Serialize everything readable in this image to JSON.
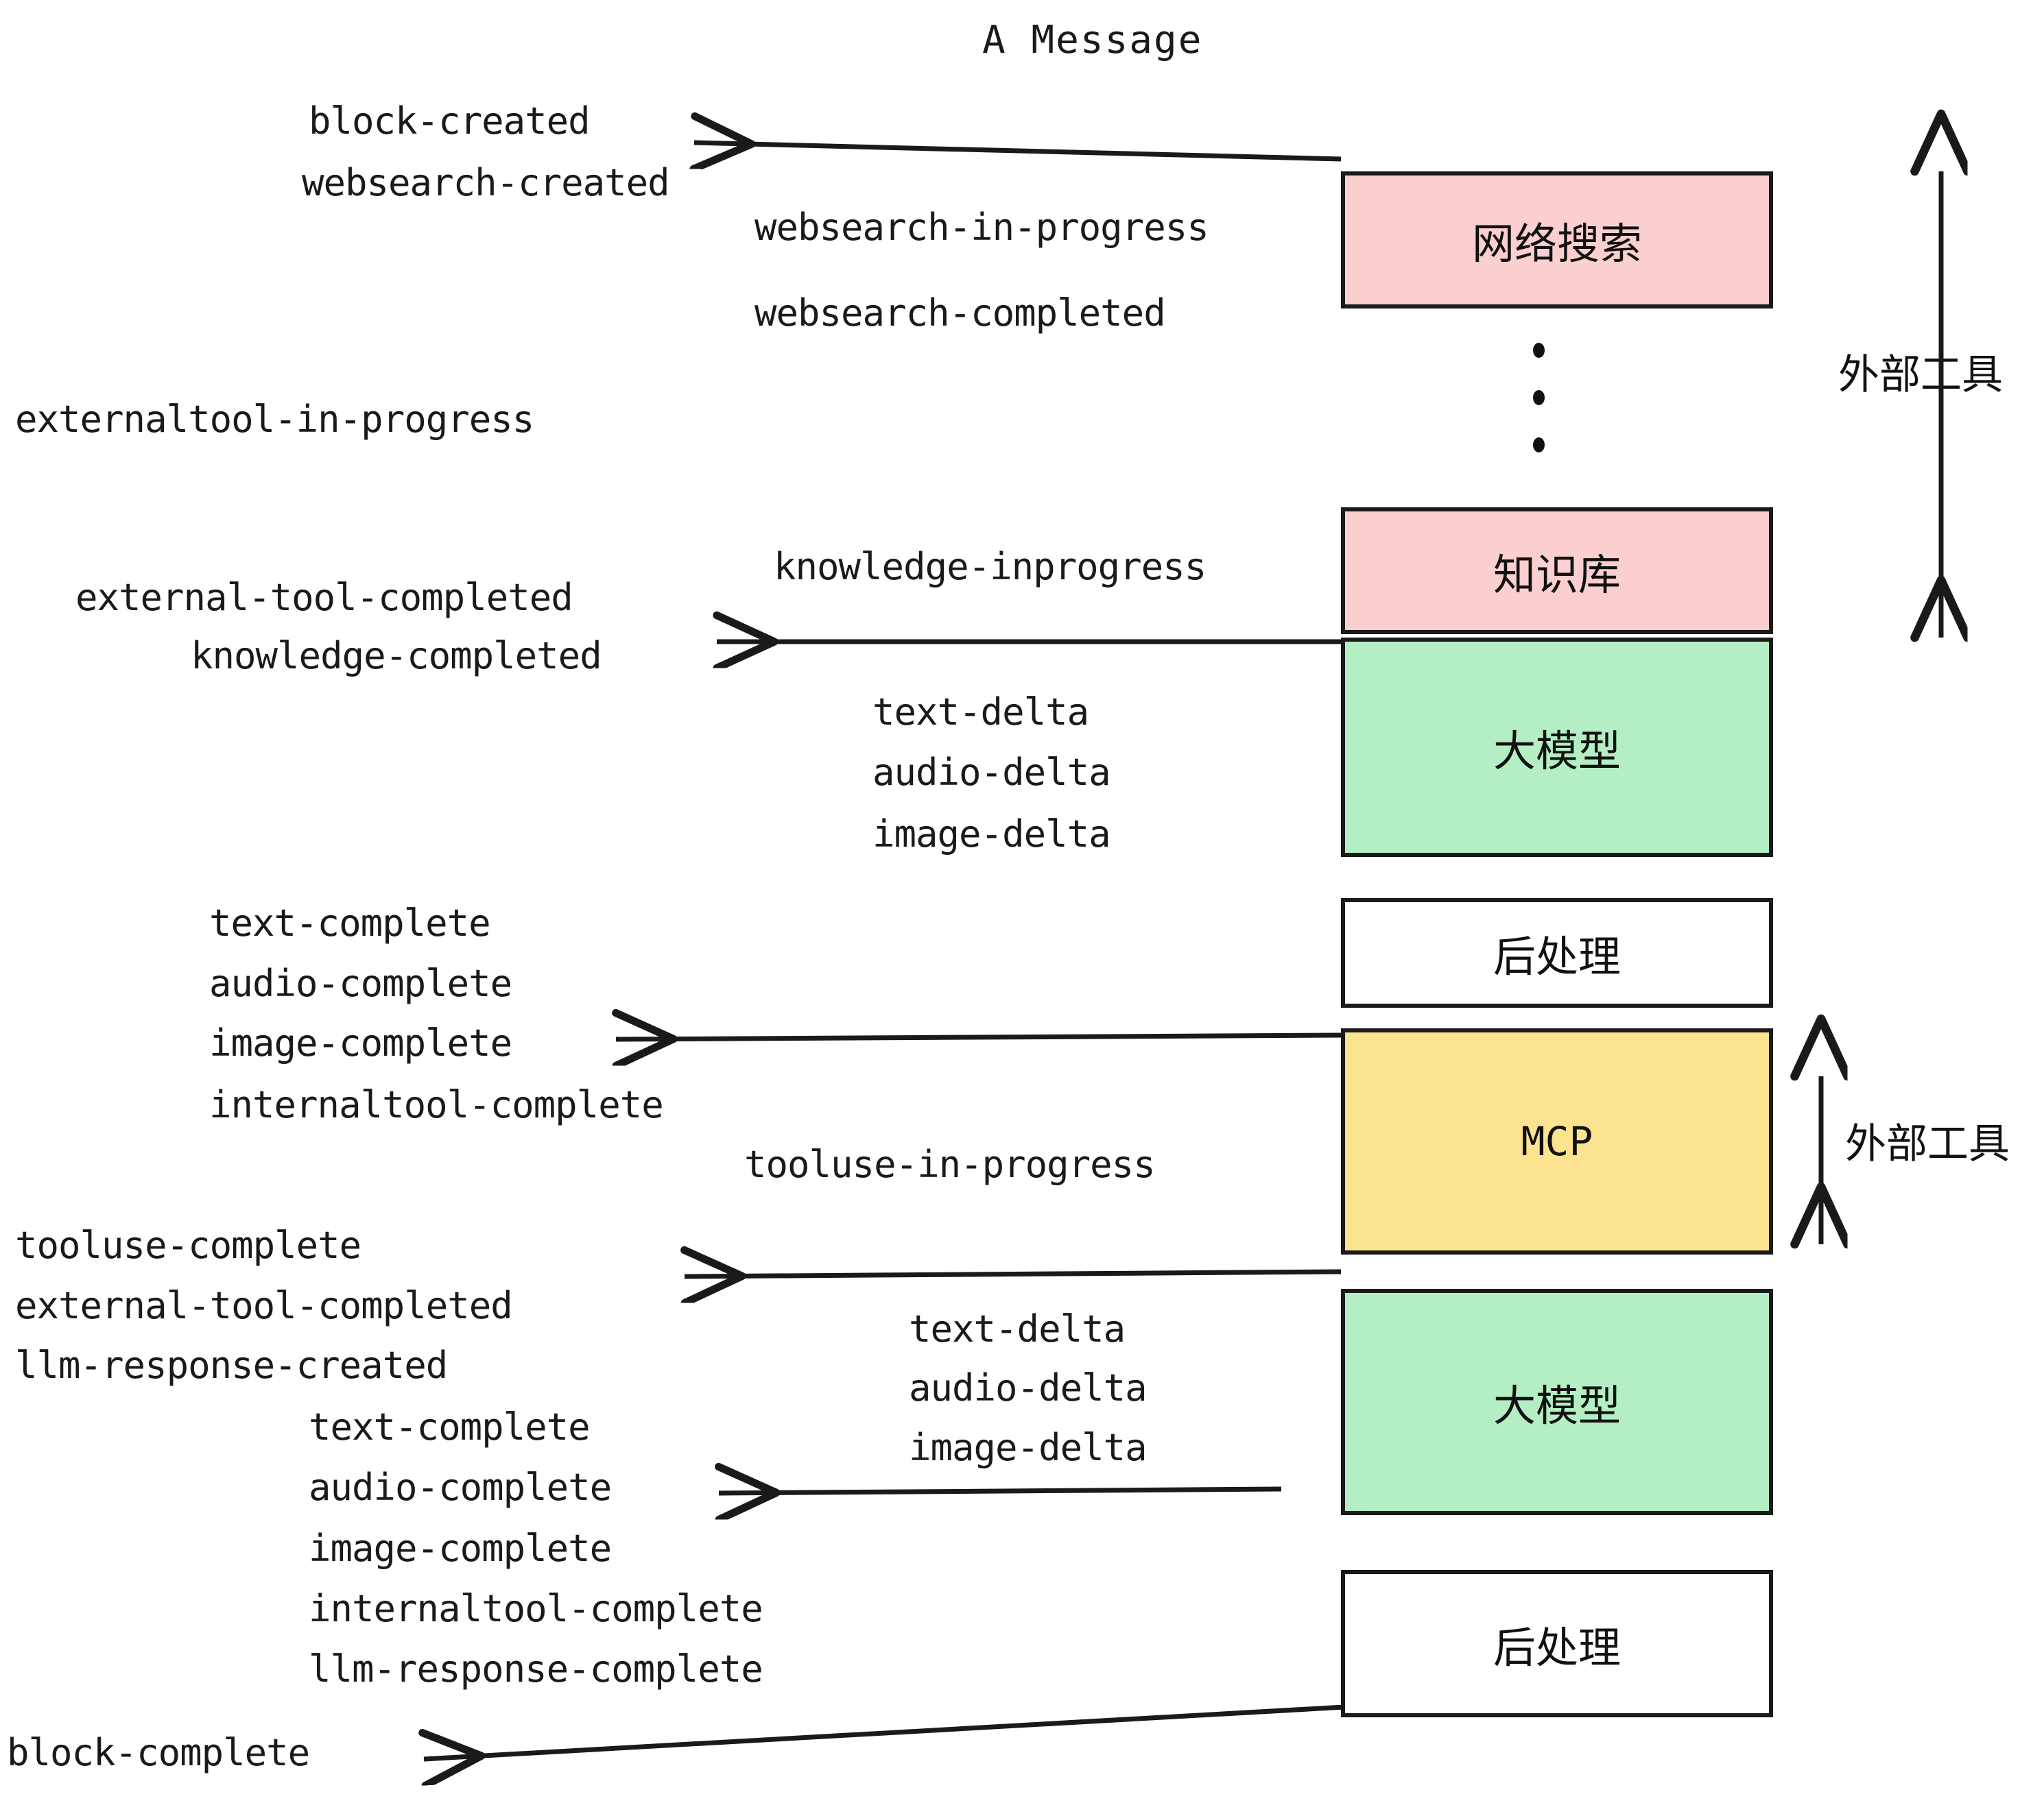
{
  "title": "A Message",
  "nodes": [
    {
      "label": "网络搜索",
      "color": "#fbcfcf"
    },
    {
      "label": "知识库",
      "color": "#fbcfcf"
    },
    {
      "label": "大模型",
      "color": "#b4eec4"
    },
    {
      "label": "后处理",
      "color": "#ffffff"
    },
    {
      "label": "MCP",
      "color": "#fbe38f"
    },
    {
      "label": "大模型",
      "color": "#b4eec4"
    },
    {
      "label": "后处理",
      "color": "#ffffff"
    }
  ],
  "group_labels": [
    {
      "text": "外部工具"
    },
    {
      "text": "外部工具"
    }
  ],
  "events": {
    "block_created": "block-created",
    "websearch_created": "websearch-created",
    "websearch_in_progress": "websearch-in-progress",
    "websearch_completed": "websearch-completed",
    "externaltool_in_progress": "externaltool-in-progress",
    "knowledge_inprogress": "knowledge-inprogress",
    "external_tool_completed_1": "external-tool-completed",
    "knowledge_completed": "knowledge-completed",
    "text_delta_1": "text-delta",
    "audio_delta_1": "audio-delta",
    "image_delta_1": "image-delta",
    "text_complete_1": "text-complete",
    "audio_complete_1": "audio-complete",
    "image_complete_1": "image-complete",
    "internaltool_complete_1": "internaltool-complete",
    "tooluse_in_progress": "tooluse-in-progress",
    "tooluse_complete": "tooluse-complete",
    "external_tool_completed_2": "external-tool-completed",
    "llm_response_created": "llm-response-created",
    "text_delta_2": "text-delta",
    "audio_delta_2": "audio-delta",
    "image_delta_2": "image-delta",
    "text_complete_2": "text-complete",
    "audio_complete_2": "audio-complete",
    "image_complete_2": "image-complete",
    "internaltool_complete_2": "internaltool-complete",
    "llm_response_complete": "llm-response-complete",
    "block_complete": "block-complete"
  },
  "colors": {
    "pink": "#fbcfcf",
    "green": "#b4eec4",
    "yellow": "#fbe38f",
    "white": "#ffffff",
    "stroke": "#1a1a1a"
  }
}
